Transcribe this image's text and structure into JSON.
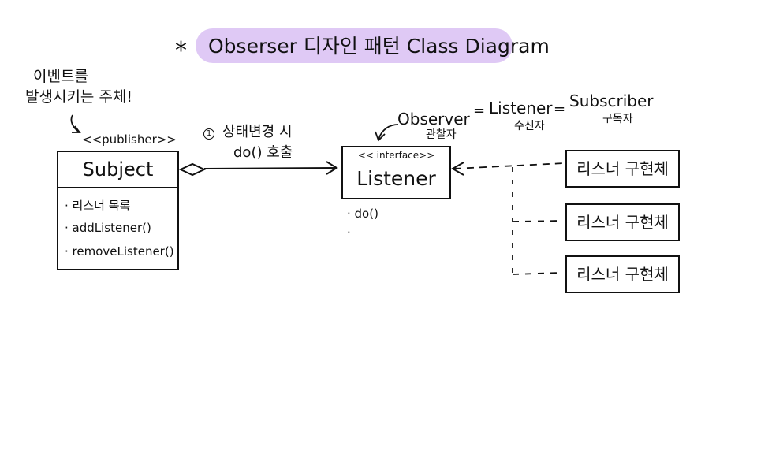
{
  "title": {
    "star": "*",
    "text": "Obserser 디자인 패턴 Class Diagram",
    "highlight_color": "#dcc3f4"
  },
  "note": {
    "line1": "이벤트를",
    "line2": "발생시키는 주체!",
    "arrow_icon": "curved-arrow-down"
  },
  "subject": {
    "stereotype": "<<publisher>>",
    "name": "Subject",
    "members": [
      "· 리스너 목록",
      "· addListener()",
      "· removeListener()"
    ]
  },
  "association": {
    "step_number": "1",
    "line1": "상태변경 시",
    "line2": "do() 호출"
  },
  "listener": {
    "stereotype": "<< interface>>",
    "name": "Listener",
    "methods": [
      "· do()",
      "·"
    ]
  },
  "aliases": {
    "observer": "Observer",
    "observer_ko": "관찰자",
    "eq1": "=",
    "listener": "Listener",
    "listener_ko": "수신자",
    "eq2": "=",
    "subscriber": "Subscriber",
    "subscriber_ko": "구독자"
  },
  "implementations": [
    {
      "label": "리스너 구현체"
    },
    {
      "label": "리스너 구현체"
    },
    {
      "label": "리스너 구현체"
    }
  ]
}
